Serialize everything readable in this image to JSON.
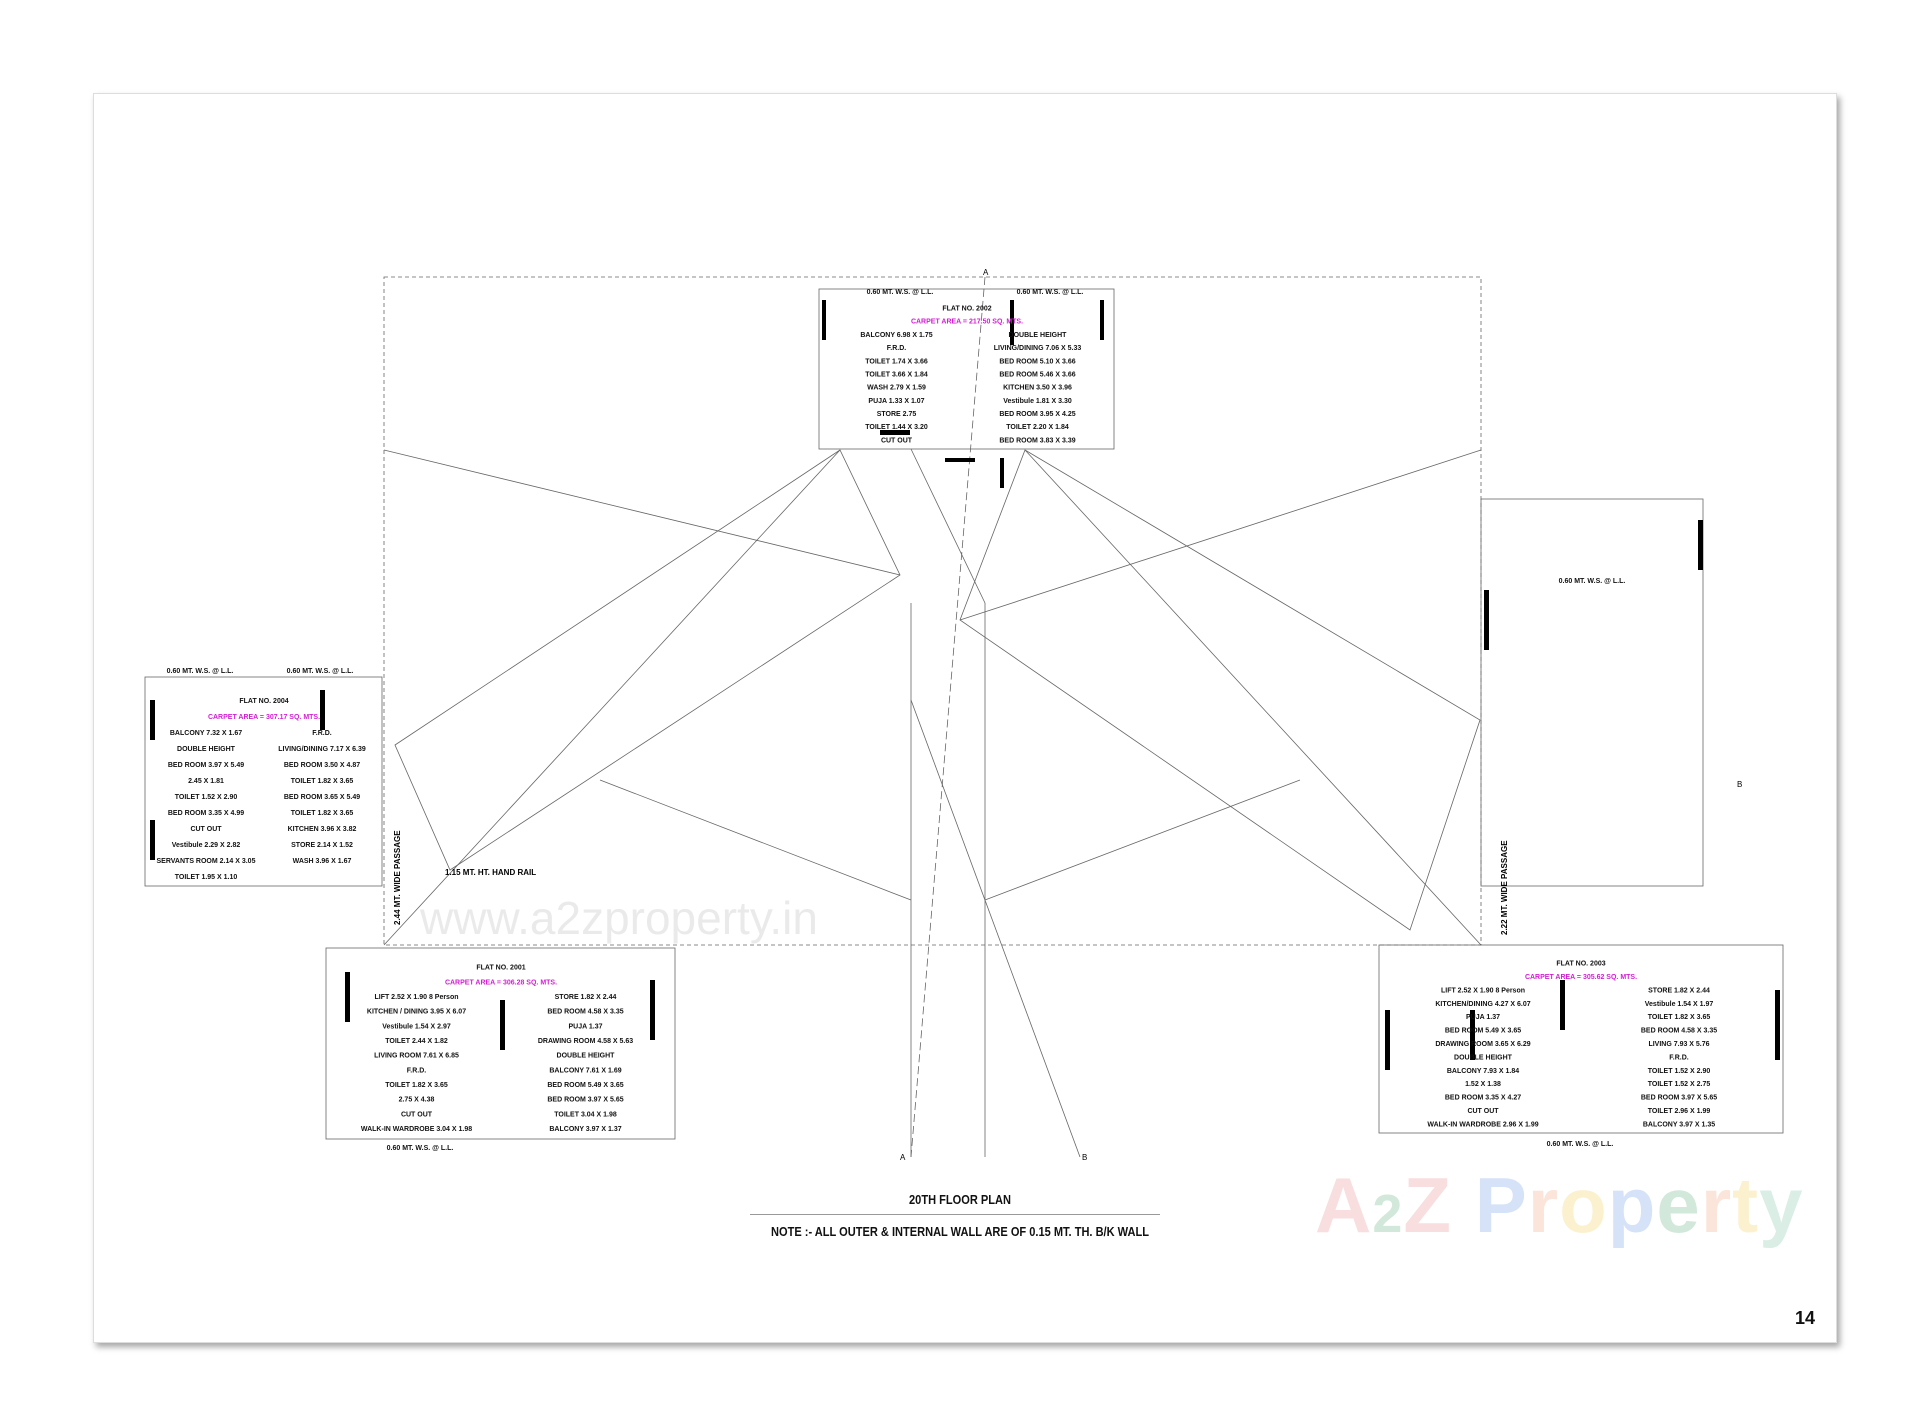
{
  "plan": {
    "title": "20TH FLOOR PLAN",
    "note": "NOTE :- ALL OUTER & INTERNAL WALL ARE OF 0.15 MT. TH. B/K WALL",
    "page_number": "14",
    "section_marks": [
      "A",
      "A",
      "B",
      "B"
    ],
    "ws_label": "0.60 MT. W.S. @ L.L.",
    "passage_left": "2.44 MT. WIDE PASSAGE",
    "passage_right": "2.22 MT. WIDE PASSAGE",
    "handrail": "1.15 MT. HT. HAND RAIL"
  },
  "watermark": {
    "logo_text": "A2Z Property",
    "logo_letters": [
      {
        "ch": "A",
        "color": "#e98a8a"
      },
      {
        "ch": "2",
        "color": "#5fae7c"
      },
      {
        "ch": "Z",
        "color": "#e98a8a"
      },
      {
        "ch": " ",
        "color": "#ffffff"
      },
      {
        "ch": "P",
        "color": "#6f9be8"
      },
      {
        "ch": "r",
        "color": "#f2a27a"
      },
      {
        "ch": "o",
        "color": "#f2cf55"
      },
      {
        "ch": "p",
        "color": "#6f9be8"
      },
      {
        "ch": "e",
        "color": "#5fae7c"
      },
      {
        "ch": "r",
        "color": "#f2a27a"
      },
      {
        "ch": "t",
        "color": "#f2cf55"
      },
      {
        "ch": "y",
        "color": "#7cc4a5"
      }
    ],
    "site_text": "www.a2zproperty.in"
  },
  "colors": {
    "wall": "#000000",
    "line": "#555555",
    "carpet": "#d21fd2"
  },
  "flats": [
    {
      "flat_no": "FLAT NO. 2002",
      "carpet": "CARPET AREA = 217.50 SQ. MTS.",
      "rooms": [
        "BALCONY 6.98 X 1.75",
        "DOUBLE HEIGHT",
        "F.R.D.",
        "LIVING/DINING 7.06 X 5.33",
        "TOILET 1.74 X 3.66",
        "BED ROOM 5.10 X 3.66",
        "TOILET 3.66 X 1.84",
        "BED ROOM 5.46 X 3.66",
        "WASH 2.79 X 1.59",
        "KITCHEN 3.50 X 3.96",
        "PUJA 1.33 X 1.07",
        "Vestibule 1.81 X 3.30",
        "STORE 2.75",
        "BED ROOM 3.95 X 4.25",
        "TOILET 1.44 X 3.20",
        "TOILET 2.20 X 1.84",
        "CUT OUT",
        "BED ROOM 3.83 X 3.39"
      ]
    },
    {
      "flat_no": "FLAT NO. 2004",
      "carpet": "CARPET AREA = 307.17 SQ. MTS.",
      "rooms": [
        "BALCONY 7.32 X 1.67",
        "F.R.D.",
        "DOUBLE HEIGHT",
        "LIVING/DINING 7.17 X 6.39",
        "BED ROOM 3.97 X 5.49",
        "BED ROOM 3.50 X 4.87",
        "2.45 X 1.81",
        "TOILET 1.82 X 3.65",
        "TOILET 1.52 X 2.90",
        "BED ROOM 3.65 X 5.49",
        "BED ROOM 3.35 X 4.99",
        "TOILET 1.82 X 3.65",
        "CUT OUT",
        "KITCHEN 3.96 X 3.82",
        "Vestibule 2.29 X 2.82",
        "STORE 2.14 X 1.52",
        "SERVANTS ROOM 2.14 X 3.05",
        "WASH 3.96 X 1.67",
        "TOILET 1.95 X 1.10"
      ]
    },
    {
      "flat_no": "FLAT NO. 2001",
      "carpet": "CARPET AREA = 306.28 SQ. MTS.",
      "rooms": [
        "LIFT 2.52 X 1.90 8 Person",
        "STORE 1.82 X 2.44",
        "KITCHEN / DINING 3.95 X 6.07",
        "BED ROOM 4.58 X 3.35",
        "Vestibule 1.54 X 2.97",
        "PUJA 1.37",
        "TOILET 2.44 X 1.82",
        "DRAWING ROOM 4.58 X 5.63",
        "LIVING ROOM 7.61 X 6.85",
        "DOUBLE HEIGHT",
        "F.R.D.",
        "BALCONY 7.61 X 1.69",
        "TOILET 1.82 X 3.65",
        "BED ROOM 5.49 X 3.65",
        "2.75 X 4.38",
        "BED ROOM 3.97 X 5.65",
        "CUT OUT",
        "TOILET 3.04 X 1.98",
        "WALK-IN WARDROBE 3.04 X 1.98",
        "BALCONY 3.97 X 1.37"
      ]
    },
    {
      "flat_no": "FLAT NO. 2003",
      "carpet": "CARPET AREA = 305.62 SQ. MTS.",
      "rooms": [
        "LIFT 2.52 X 1.90 8 Person",
        "STORE 1.82 X 2.44",
        "KITCHEN/DINING 4.27 X 6.07",
        "Vestibule 1.54 X 1.97",
        "PUJA 1.37",
        "TOILET 1.82 X 3.65",
        "BED ROOM 5.49 X 3.65",
        "BED ROOM 4.58 X 3.35",
        "DRAWING ROOM 3.65 X 6.29",
        "LIVING 7.93 X 5.76",
        "DOUBLE HEIGHT",
        "F.R.D.",
        "BALCONY 7.93 X 1.84",
        "TOILET 1.52 X 2.90",
        "1.52 X 1.38",
        "TOILET 1.52 X 2.75",
        "BED ROOM 3.35 X 4.27",
        "BED ROOM 3.97 X 5.65",
        "CUT OUT",
        "TOILET 2.96 X 1.99",
        "WALK-IN WARDROBE 2.96 X 1.99",
        "BALCONY 3.97 X 1.35"
      ]
    }
  ]
}
